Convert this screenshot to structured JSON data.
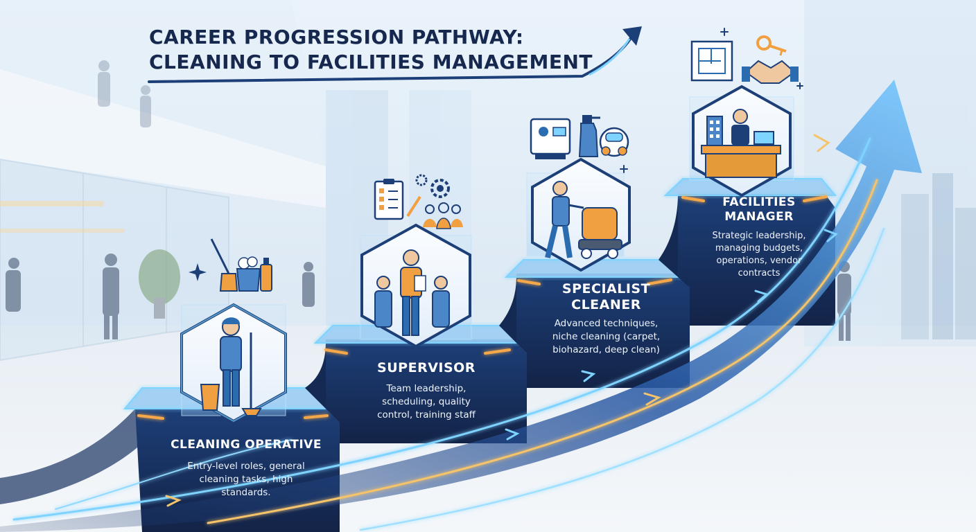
{
  "title": {
    "line1": "CAREER PROGRESSION PATHWAY:",
    "line2": "CLEANING TO FACILITIES MANAGEMENT"
  },
  "stages": [
    {
      "label_lines": [
        "CLEANING OPERATIVE"
      ],
      "description_lines": [
        "Entry-level roles, general",
        "cleaning tasks, high",
        "standards."
      ],
      "icons": [
        "cleaner-with-mop-and-bucket-icon",
        "cleaning-supplies-icon",
        "sparkle-icon"
      ]
    },
    {
      "label_lines": [
        "SUPERVISOR"
      ],
      "description_lines": [
        "Team leadership,",
        "scheduling, quality",
        "control, training staff"
      ],
      "icons": [
        "supervisor-with-team-icon",
        "clipboard-checklist-icon",
        "gears-icon",
        "team-people-icon"
      ]
    },
    {
      "label_lines": [
        "SPECIALIST",
        "CLEANER"
      ],
      "description_lines": [
        "Advanced techniques,",
        "niche cleaning (carpet,",
        "biohazard, deep clean)"
      ],
      "icons": [
        "floor-scrubber-operator-icon",
        "cleaning-machine-icon",
        "spray-bottle-icon",
        "respirator-mask-icon"
      ]
    },
    {
      "label_lines": [
        "FACILITIES",
        "MANAGER"
      ],
      "description_lines": [
        "Strategic leadership,",
        "managing budgets,",
        "operations, vendor",
        "contracts"
      ],
      "icons": [
        "manager-at-desk-icon",
        "blueprint-icon",
        "key-icon",
        "handshake-icon"
      ]
    }
  ],
  "colors": {
    "title": "#16284e",
    "step_dark": "#15264a",
    "step_blue": "#1d3f78",
    "glow_cyan": "#7fd3ff",
    "accent_orange": "#f5a84a",
    "icon_blue": "#2b6cb0",
    "icon_orange": "#f0a040"
  }
}
